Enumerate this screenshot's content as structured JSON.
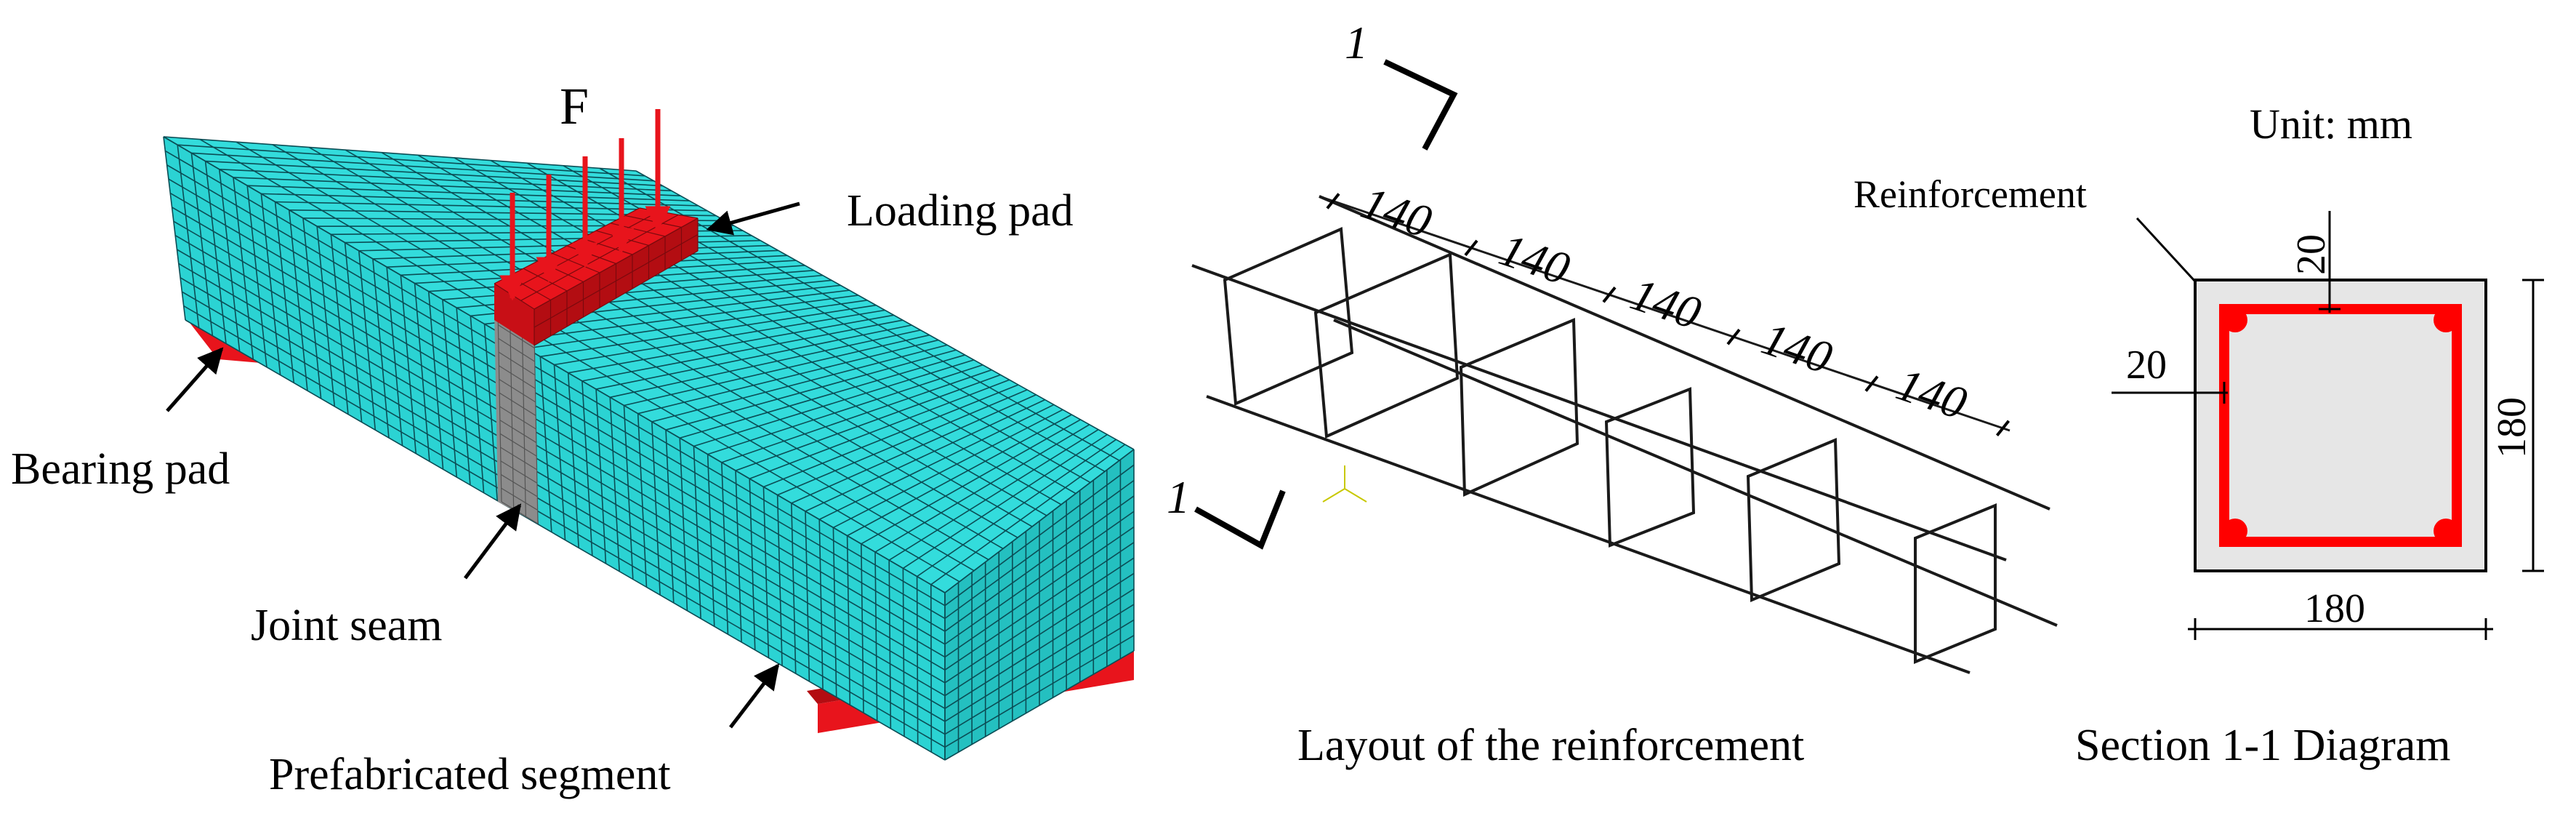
{
  "colors": {
    "beam_face": "#2bd3d3",
    "beam_side": "#24c0c0",
    "beam_top": "#33dcdc",
    "mesh": "#0b4d55",
    "pad": "#e8141c",
    "pad_dark": "#b30d12",
    "joint": "#8c8c8c",
    "rebar": "#1a1a1a",
    "section_fill": "#e6e6e6",
    "section_rebar": "#ff0000"
  },
  "panel1": {
    "force_label": "F",
    "labels": {
      "loading_pad": "Loading pad",
      "bearing_pad": "Bearing pad",
      "joint_seam": "Joint seam",
      "prefab_segment": "Prefabricated segment"
    }
  },
  "panel2": {
    "section_mark": "1",
    "spacings": [
      "140",
      "140",
      "140",
      "140",
      "140"
    ],
    "caption": "Layout of the reinforcement"
  },
  "panel3": {
    "unit": "Unit: mm",
    "reinforcement_label": "Reinforcement",
    "cover_top": "20",
    "cover_left": "20",
    "width": "180",
    "height": "180",
    "caption": "Section 1-1 Diagram"
  }
}
